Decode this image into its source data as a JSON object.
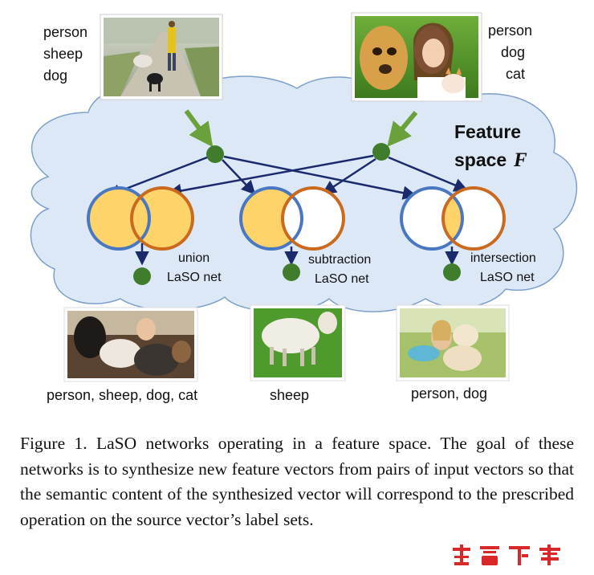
{
  "figure": {
    "feature_space_label": "Feature",
    "feature_space_label2": "space",
    "feature_space_symbol": "F",
    "top_left_labels": [
      "person",
      "sheep",
      "dog"
    ],
    "top_right_labels": [
      "person",
      "dog",
      "cat"
    ],
    "operations": [
      {
        "line1": "union",
        "line2": "LaSO net"
      },
      {
        "line1": "subtraction",
        "line2": "LaSO net"
      },
      {
        "line1": "intersection",
        "line2": "LaSO net"
      }
    ],
    "result_labels": [
      "person, sheep, dog, cat",
      "sheep",
      "person, dog"
    ],
    "colors": {
      "cloud_fill": "#dde8f6",
      "cloud_stroke": "#7da0c8",
      "node_green": "#3f7d2c",
      "arrow_green": "#6aa13a",
      "arrow_navy": "#1a2a6c",
      "circle_blue": "#4a78c0",
      "circle_orange": "#c96a1e",
      "fill_yellow": "#fdd36a"
    }
  },
  "caption": "Figure 1. LaSO networks operating in a feature space. The goal of these networks is to synthesize new feature vectors from pairs of input vectors so that the semantic content of the synthesized vector will correspond to the prescribed operation on the source vector’s label sets.",
  "watermark": "谷普下载"
}
